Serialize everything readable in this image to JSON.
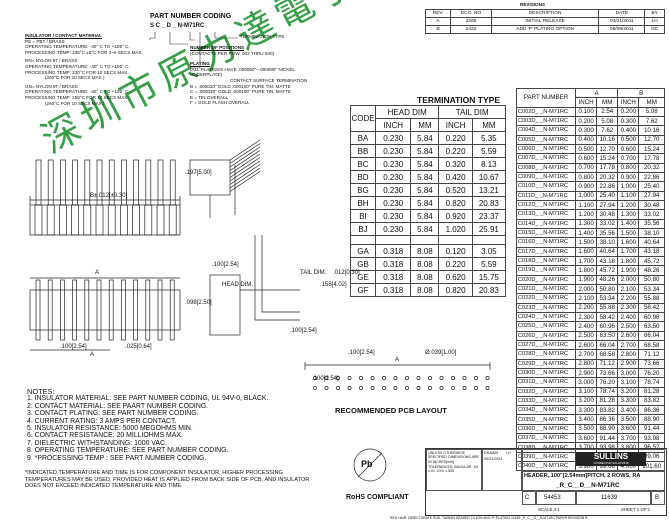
{
  "part_coding": {
    "title": "PART NUMBER CODING",
    "code": "S C _ D _ N-M71RC",
    "termination_type": "TERMINATION TYPE",
    "insulator_heading": "INSULATOR / CONTACT MATERIAL",
    "insulator_lines": [
      "PE = PBT / BRASS",
      "OPERATING TEMPERATURE: -40° C TO +105° C.",
      "PROCESSING TEMP: 245°C ±5°C FOR 3~5 SECS MAX."
    ],
    "nylon_lines": [
      "RN= NYLON 6T / BRASS",
      "OPERATING TEMPERATURE: -40° C TO +105° C.",
      "PROCESSING TEMP: 230°C FOR 10 SECS MAX.",
      "(260°C FOR 10 SECS MAX.)"
    ],
    "gn_lines": [
      "GN= NYLON 9T / BRASS",
      "OPERATING TEMPERATURE: -40° C TO +125° C.",
      "PROCESSING TEMP: 250°C FOR 10 SECS MAX.",
      "(260°C FOR 10 SECS MAX.)"
    ],
    "positions_heading": "NUMBER OF POSITIONS",
    "positions_sub": "(CONTACTS PER ROW, 002 THRU 040)",
    "plating_heading": "PLATING",
    "plating_lines": [
      "(ALL PLATINGS HAVE .000050\"~.000080\" NICKEL UNDERPLATE)",
      "CONTACT SURFACE   TERMINATION",
      "B = .000010\" GOLD      .000100\" PURE TIN, MATTE",
      "C = .000030\" GOLD      .000100\" PURE TIN, MATTE",
      "E = TIN OVERALL",
      "F = GOLD FLASH OVERALL"
    ]
  },
  "revisions": {
    "title": "REVISIONS",
    "headers": [
      "REV.",
      "ECO. NO",
      "DESCRIPTION",
      "DATE",
      "BY"
    ],
    "rows": [
      [
        "A",
        "2268",
        "INITIAL RELEASE",
        "03/21/2011",
        "LH"
      ],
      [
        "B",
        "2422",
        "ADD 'P' PLATING OPTION",
        "08/09/2011",
        "GC"
      ]
    ]
  },
  "termination": {
    "title": "TERMINATION TYPE",
    "col_code": "CODE",
    "head_dim": "HEAD DIM",
    "tail_dim": "TAIL DIM",
    "inch": "INCH",
    "mm": "MM",
    "rows": [
      [
        "BA",
        "0.230",
        "5.84",
        "0.220",
        "5.35"
      ],
      [
        "BB",
        "0.230",
        "5.84",
        "0.220",
        "5.59"
      ],
      [
        "BC",
        "0.230",
        "5.84",
        "0.320",
        "8.13"
      ],
      [
        "BD",
        "0.230",
        "5.84",
        "0.420",
        "10.67"
      ],
      [
        "BG",
        "0.230",
        "5.84",
        "0.520",
        "13.21"
      ],
      [
        "BH",
        "0.230",
        "5.84",
        "0.820",
        "20.83"
      ],
      [
        "BI",
        "0.230",
        "5.84",
        "0.920",
        "23.37"
      ],
      [
        "BJ",
        "0.230",
        "5.84",
        "1.020",
        "25.91"
      ],
      [
        "",
        "",
        "",
        "",
        ""
      ],
      [
        "GA",
        "0.318",
        "8.08",
        "0.120",
        "3.05"
      ],
      [
        "GB",
        "0.318",
        "8.08",
        "0.220",
        "5.59"
      ],
      [
        "GE",
        "0.318",
        "8.08",
        "0.620",
        "15.75"
      ],
      [
        "GF",
        "0.318",
        "8.08",
        "0.820",
        "20.83"
      ]
    ]
  },
  "part_table": {
    "col_part": "PART NUMBER",
    "col_a": "A",
    "col_b": "B",
    "inch": "INCH",
    "mm": "MM",
    "rows": [
      [
        "C002D_ _N-M71RC",
        "0.100",
        "2.54",
        "0.200",
        "5.08"
      ],
      [
        "C003D_ _N-M71RC",
        "0.200",
        "5.08",
        "0.300",
        "7.62"
      ],
      [
        "C004D_ _N-M71RC",
        "0.300",
        "7.62",
        "0.400",
        "10.16"
      ],
      [
        "C005D_ _N-M71RC",
        "0.400",
        "10.16",
        "0.500",
        "12.70"
      ],
      [
        "C006D_ _N-M71RC",
        "0.500",
        "12.70",
        "0.600",
        "15.24"
      ],
      [
        "C007D_ _N-M71RC",
        "0.600",
        "15.24",
        "0.700",
        "17.78"
      ],
      [
        "C008D_ _N-M71RC",
        "0.700",
        "17.78",
        "0.800",
        "20.32"
      ],
      [
        "C009D_ _N-M71RC",
        "0.800",
        "20.32",
        "0.900",
        "22.86"
      ],
      [
        "C010D_ _N-M71RC",
        "0.900",
        "22.86",
        "1.000",
        "25.40"
      ],
      [
        "C011D_ _N-M71RC",
        "1.000",
        "25.40",
        "1.100",
        "27.94"
      ],
      [
        "C012D_ _N-M71RC",
        "1.100",
        "27.94",
        "1.200",
        "30.48"
      ],
      [
        "C013D_ _N-M71RC",
        "1.200",
        "30.48",
        "1.300",
        "33.02"
      ],
      [
        "C014D_ _N-M71RC",
        "1.300",
        "33.02",
        "1.400",
        "35.56"
      ],
      [
        "C015D_ _N-M71RC",
        "1.400",
        "35.56",
        "1.500",
        "38.10"
      ],
      [
        "C016D_ _N-M71RC",
        "1.500",
        "38.10",
        "1.600",
        "40.64"
      ],
      [
        "C017D_ _N-M71RC",
        "1.600",
        "40.64",
        "1.700",
        "43.18"
      ],
      [
        "C018D_ _N-M71RC",
        "1.700",
        "43.18",
        "1.800",
        "45.72"
      ],
      [
        "C019D_ _N-M71RC",
        "1.800",
        "45.72",
        "1.900",
        "48.26"
      ],
      [
        "C020D_ _N-M71RC",
        "1.900",
        "48.26",
        "2.000",
        "50.80"
      ],
      [
        "C021D_ _N-M71RC",
        "2.000",
        "50.80",
        "2.100",
        "53.34"
      ],
      [
        "C022D_ _N-M71RC",
        "2.100",
        "53.34",
        "2.200",
        "55.88"
      ],
      [
        "C023D_ _N-M71RC",
        "2.200",
        "55.88",
        "2.300",
        "58.42"
      ],
      [
        "C024D_ _N-M71RC",
        "2.300",
        "58.42",
        "2.400",
        "60.96"
      ],
      [
        "C025D_ _N-M71RC",
        "2.400",
        "60.96",
        "2.500",
        "63.50"
      ],
      [
        "C026D_ _N-M71RC",
        "2.500",
        "63.50",
        "2.600",
        "66.04"
      ],
      [
        "C027D_ _N-M71RC",
        "2.600",
        "66.04",
        "2.700",
        "68.58"
      ],
      [
        "C028D_ _N-M71RC",
        "2.700",
        "68.58",
        "2.800",
        "71.12"
      ],
      [
        "C029D_ _N-M71RC",
        "2.800",
        "71.12",
        "2.900",
        "73.66"
      ],
      [
        "C030D_ _N-M71RC",
        "2.900",
        "73.66",
        "3.000",
        "76.20"
      ],
      [
        "C031D_ _N-M71RC",
        "3.000",
        "76.20",
        "3.100",
        "78.74"
      ],
      [
        "C032D_ _N-M71RC",
        "3.100",
        "78.74",
        "3.200",
        "81.28"
      ],
      [
        "C033D_ _N-M71RC",
        "3.200",
        "81.28",
        "3.300",
        "83.82"
      ],
      [
        "C034D_ _N-M71RC",
        "3.300",
        "83.82",
        "3.400",
        "86.36"
      ],
      [
        "C035D_ _N-M71RC",
        "3.400",
        "86.36",
        "3.500",
        "88.90"
      ],
      [
        "C036D_ _N-M71RC",
        "3.500",
        "88.90",
        "3.600",
        "91.44"
      ],
      [
        "C037D_ _N-M71RC",
        "3.600",
        "91.44",
        "3.700",
        "93.98"
      ],
      [
        "C038D_ _N-M71RC",
        "3.700",
        "93.98",
        "3.800",
        "96.52"
      ],
      [
        "C039D_ _N-M71RC",
        "3.800",
        "96.52",
        "3.900",
        "99.06"
      ],
      [
        "C040D_ _N-M71RC",
        "3.900",
        "99.06",
        "4.000",
        "101.60"
      ]
    ]
  },
  "dimensions": {
    "b_dim": "B±.012[±0.30]",
    "d197": ".197[5.00]",
    "a_top": "A",
    "d100a": ".100[2.54]",
    "d100b": ".100[2.54]",
    "d098": ".098[2.50]",
    "d025": ".025[0.64]",
    "a_bottom": "A",
    "head_dim": "HEAD DIM.",
    "tail_dim": "TAIL DIM.",
    "d012": ".012[0.30]",
    "d158": ".158[4.02]",
    "d100c": ".100[2.54]",
    "pcb_a": "A",
    "pcb_hole": "Ø.039[1.00]",
    "pcb_d100": ".100[2.54]",
    "pcb_d100b": ".100[2.54]",
    "pcb_title": "RECOMMENDED PCB LAYOUT"
  },
  "notes": {
    "title": "NOTES:",
    "items": [
      "1. INSULATOR MATERIAL: SEE PART NUMBER CODING, UL 94V-0, BLACK.",
      "2. CONTACT MATERIAL: SEE PAART NUMBER CODING.",
      "3. CONTACT PLATING: SEE PART NUMBER CODING.",
      "4. CURRENT RATING: 3 AMPS PER CONTACT.",
      "5. INSULATOR RESISTANCE: 5000 MEGOHMS MIN.",
      "6. CONTACT RESISTANCE: 20 MILLIOHMS MAX.",
      "7. DIELECTRIC WITHSTANDING: 1000 VAC.",
      "8. OPERATING TEMPERATURE: SEE PART NUMBER CODING.",
      "9. *PROCESSING TEMP : SEE PART NUMBER CODING."
    ],
    "disclaimer": "*INDICATED TEMPERATURE AND TIME IS FOR COMPONENT INSULATOR, HIGHER PROCESSING TEMPERATURES MAY BE USED, PROVIDED HEAT IS APPLIED FROM BACK SIDE OF PCB, AND INSULATOR DOES NOT EXCEED INDICATED TEMPERATURE AND TIME."
  },
  "rohs": {
    "symbol": "Pb",
    "label": "RoHS COMPLIANT"
  },
  "title_block": {
    "brand": "SULLINS",
    "brand_sub": "CONNECTOR SOLUTIONS",
    "description": "HEADER,.100\"[2.54mm]PITCH, 2 ROWS, RA",
    "part_code": "_R_C__D__N-M71RC",
    "size": "C",
    "cage": "54453",
    "dwg_no": "11639",
    "rev": "B",
    "scale": "SCALE  4:1",
    "sheet": "SHEET 1 OF 1",
    "tolerance_note": "UNLESS OTHERWISE SPECIFIED DIMENSIONS ARE IN INCHES[mm]",
    "tolerances": "TOLERANCES: ANGULAR .XX ±.01  .XXX ±.005",
    "drawn": "DRAWN",
    "drawn_by": "LH",
    "date": "03/21/2011",
    "footer": "RED HAIR: DIRECTORATE RUS. TAIWAN HEADER 10-10% ADD 'P' PLATING 11639 _R_C__D__N-M71RC PAPER REVISION B"
  },
  "watermark": "深圳市原力達電子有限公司",
  "colors": {
    "watermark": "#2a9a3a",
    "line": "#333333"
  }
}
